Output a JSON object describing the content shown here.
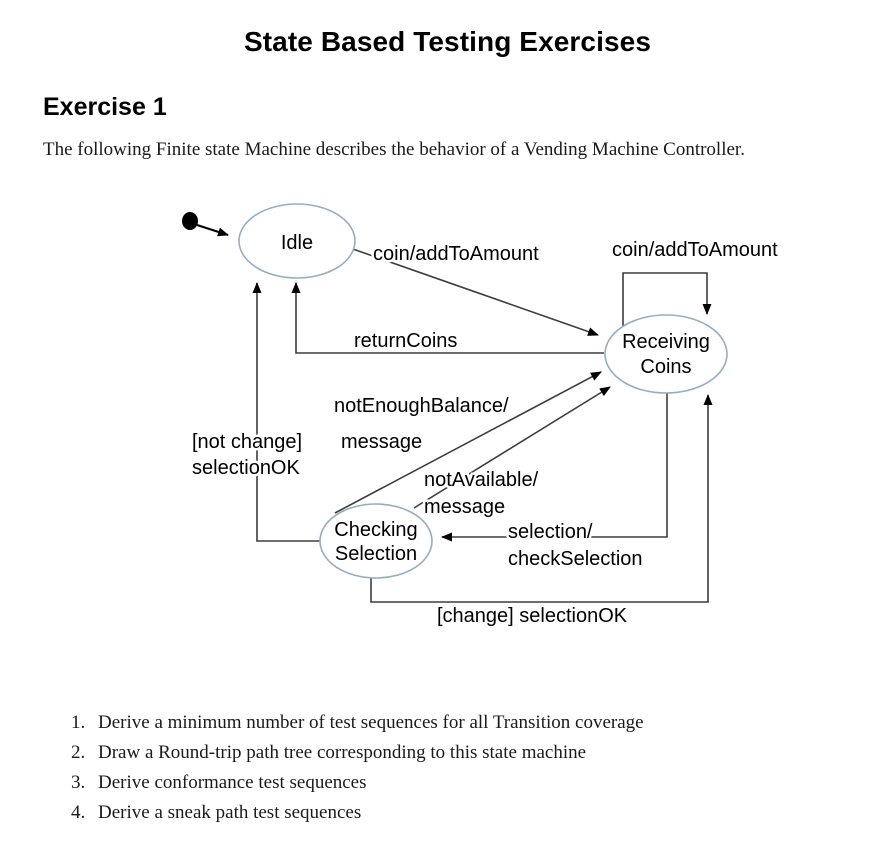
{
  "document": {
    "title": "State Based Testing Exercises",
    "section_heading": "Exercise 1",
    "intro": "The following  Finite state Machine describes the behavior of a Vending Machine Controller."
  },
  "diagram": {
    "states": [
      {
        "id": "idle",
        "label_line1": "Idle",
        "label_line2": ""
      },
      {
        "id": "receiving-coins",
        "label_line1": "Receiving",
        "label_line2": "Coins"
      },
      {
        "id": "checking-selection",
        "label_line1": "Checking",
        "label_line2": "Selection"
      }
    ],
    "initial_marker": "initial-state-dot",
    "transitions": [
      {
        "id": "idle-to-receiving",
        "from": "idle",
        "to": "receiving-coins",
        "label": "coin/addToAmount"
      },
      {
        "id": "receiving-self-loop",
        "from": "receiving-coins",
        "to": "receiving-coins",
        "label": "coin/addToAmount"
      },
      {
        "id": "receiving-to-idle",
        "from": "receiving-coins",
        "to": "idle",
        "label": "returnCoins"
      },
      {
        "id": "checking-to-receiving-balance",
        "from": "checking-selection",
        "to": "receiving-coins",
        "label_line1": "notEnoughBalance/",
        "label_line2": "message"
      },
      {
        "id": "checking-to-receiving-notavailable",
        "from": "checking-selection",
        "to": "receiving-coins",
        "label_line1": "notAvailable/",
        "label_line2": "message"
      },
      {
        "id": "receiving-to-checking",
        "from": "receiving-coins",
        "to": "checking-selection",
        "label_line1": "selection/",
        "label_line2": "checkSelection"
      },
      {
        "id": "checking-to-idle",
        "from": "checking-selection",
        "to": "idle",
        "label_line1": "[not change]",
        "label_line2": "selectionOK"
      },
      {
        "id": "checking-to-receiving-change",
        "from": "checking-selection",
        "to": "receiving-coins",
        "label": "[change] selectionOK"
      }
    ],
    "colors": {
      "state_stroke": "#94aec0",
      "state_fill": "#ffffff",
      "edge_stroke": "#3d3d3d",
      "text": "#000000"
    }
  },
  "tasks": [
    "Derive a minimum number of test sequences for all Transition coverage",
    "Draw a Round-trip path tree corresponding to this state machine",
    "Derive conformance test sequences",
    "Derive a sneak path test sequences"
  ]
}
